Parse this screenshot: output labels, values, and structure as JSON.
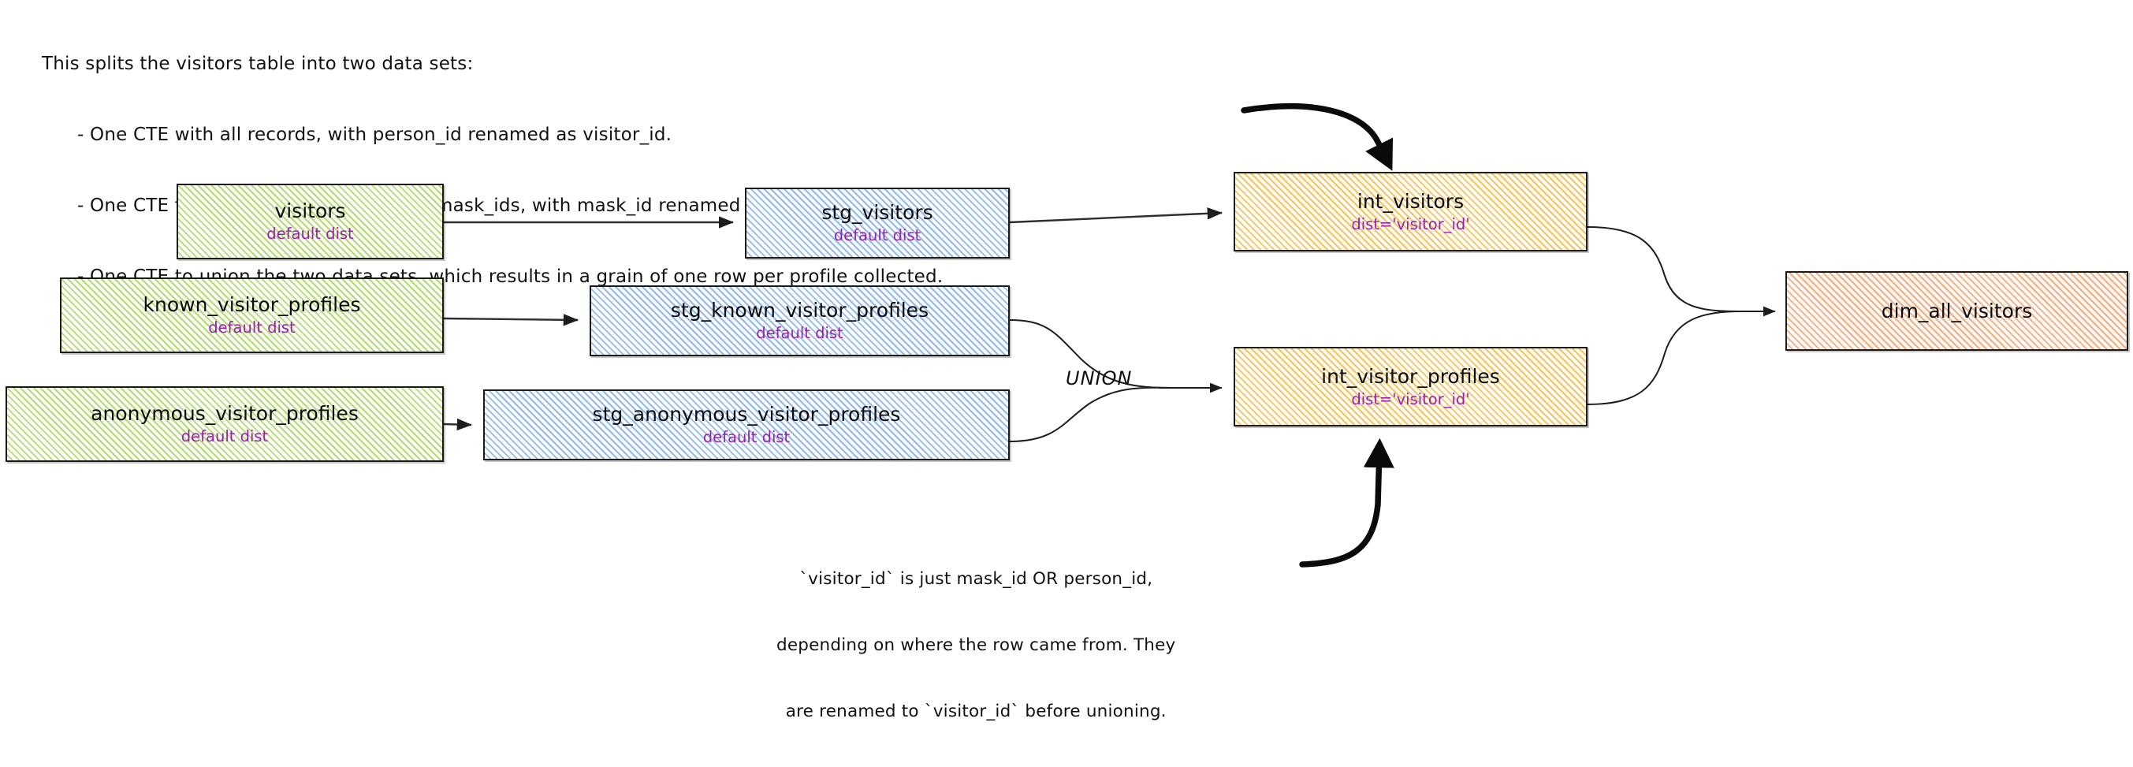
{
  "header_note": {
    "lines": [
      "This splits the visitors table into two data sets:",
      "- One CTE with all records, with person_id renamed as visitor_id.",
      "- One CTE filtered to only records with mask_ids, with mask_id renamed as visitor_id",
      "- One CTE to union the two data sets, which results in a grain of one row per profile collected."
    ]
  },
  "bottom_note": {
    "lines": [
      "`visitor_id` is just mask_id OR person_id,",
      "depending on where the row came from. They",
      "are renamed to `visitor_id` before unioning."
    ]
  },
  "union_label": "UNION",
  "colors": {
    "source_fill": "#dff0bf",
    "source_hatch": "#97c443",
    "staging_fill": "#d5e6fa",
    "staging_hatch": "#6096d6",
    "intermediate_fill": "#fae8bb",
    "intermediate_hatch": "#eab039",
    "dimension_fill": "#f8d9c2",
    "dimension_hatch": "#e8935c",
    "subtitle_text": "#9b1fb0",
    "title_text": "#0d0d0d",
    "edge": "#2e2e2e"
  },
  "nodes": [
    {
      "id": "visitors",
      "title": "visitors",
      "subtitle": "default dist",
      "layer": "source"
    },
    {
      "id": "known_visitor_profiles",
      "title": "known_visitor_profiles",
      "subtitle": "default dist",
      "layer": "source"
    },
    {
      "id": "anonymous_visitor_profiles",
      "title": "anonymous_visitor_profiles",
      "subtitle": "default dist",
      "layer": "source"
    },
    {
      "id": "stg_visitors",
      "title": "stg_visitors",
      "subtitle": "default dist",
      "layer": "staging"
    },
    {
      "id": "stg_known_visitor_profiles",
      "title": "stg_known_visitor_profiles",
      "subtitle": "default dist",
      "layer": "staging"
    },
    {
      "id": "stg_anonymous_visitor_profiles",
      "title": "stg_anonymous_visitor_profiles",
      "subtitle": "default dist",
      "layer": "staging"
    },
    {
      "id": "int_visitors",
      "title": "int_visitors",
      "subtitle": "dist='visitor_id'",
      "layer": "intermediate"
    },
    {
      "id": "int_visitor_profiles",
      "title": "int_visitor_profiles",
      "subtitle": "dist='visitor_id'",
      "layer": "intermediate"
    },
    {
      "id": "dim_all_visitors",
      "title": "dim_all_visitors",
      "subtitle": "",
      "layer": "dimension"
    }
  ],
  "edges": [
    {
      "from": "visitors",
      "to": "stg_visitors",
      "label": ""
    },
    {
      "from": "known_visitor_profiles",
      "to": "stg_known_visitor_profiles",
      "label": ""
    },
    {
      "from": "anonymous_visitor_profiles",
      "to": "stg_anonymous_visitor_profiles",
      "label": ""
    },
    {
      "from": "stg_visitors",
      "to": "int_visitors",
      "label": ""
    },
    {
      "from": "stg_known_visitor_profiles",
      "to": "int_visitor_profiles",
      "label": "UNION"
    },
    {
      "from": "stg_anonymous_visitor_profiles",
      "to": "int_visitor_profiles",
      "label": "UNION"
    },
    {
      "from": "int_visitors",
      "to": "dim_all_visitors",
      "label": ""
    },
    {
      "from": "int_visitor_profiles",
      "to": "dim_all_visitors",
      "label": ""
    }
  ],
  "annotation_arrows": [
    {
      "from": "header_note",
      "to": "int_visitors"
    },
    {
      "from": "bottom_note",
      "to": "int_visitor_profiles"
    }
  ]
}
